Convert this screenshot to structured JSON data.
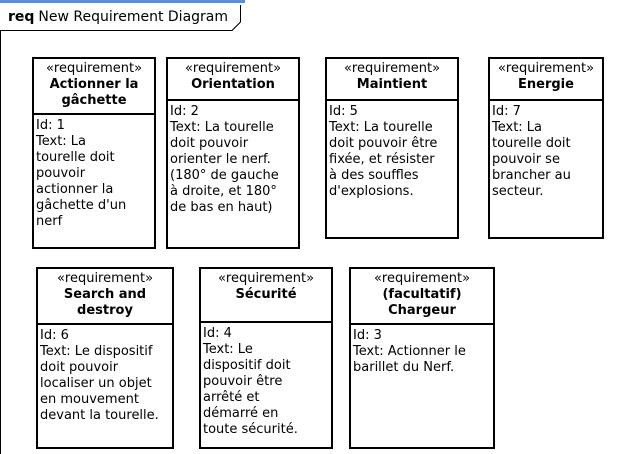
{
  "diagram": {
    "kind": "req",
    "title": "New Requirement Diagram"
  },
  "requirements": [
    {
      "stereotype": "«requirement»",
      "name": "Actionner la\ngâchette",
      "id": "Id: 1",
      "text": "Text: La\ntourelle doit\npouvoir\nactionner la\ngâchette d'un\nnerf"
    },
    {
      "stereotype": "«requirement»",
      "name": "Orientation",
      "id": "Id: 2",
      "text": "Text: La tourelle\ndoit pouvoir\norienter le nerf.\n(180° de gauche\nà droite, et 180°\nde bas en haut)"
    },
    {
      "stereotype": "«requirement»",
      "name": "Maintient",
      "id": "Id: 5",
      "text": "Text: La tourelle\ndoit pouvoir être\nfixée, et résister\nà des souffles\nd'explosions."
    },
    {
      "stereotype": "«requirement»",
      "name": "Energie",
      "id": "Id: 7",
      "text": "Text: La\ntourelle doit\npouvoir se\nbrancher au\nsecteur."
    },
    {
      "stereotype": "«requirement»",
      "name": "Search and\ndestroy",
      "id": "Id: 6",
      "text": "Text: Le dispositif\ndoit pouvoir\nlocaliser un objet\nen mouvement\ndevant la tourelle."
    },
    {
      "stereotype": "«requirement»",
      "name": "Sécurité",
      "id": "Id: 4",
      "text": "Text: Le\ndispositif doit\npouvoir être\narrêté et\ndémarré en\ntoute sécurité."
    },
    {
      "stereotype": "«requirement»",
      "name": "(facultatif)\nChargeur",
      "id": "Id: 3",
      "text": "Text: Actionner le\nbarillet du Nerf."
    }
  ]
}
